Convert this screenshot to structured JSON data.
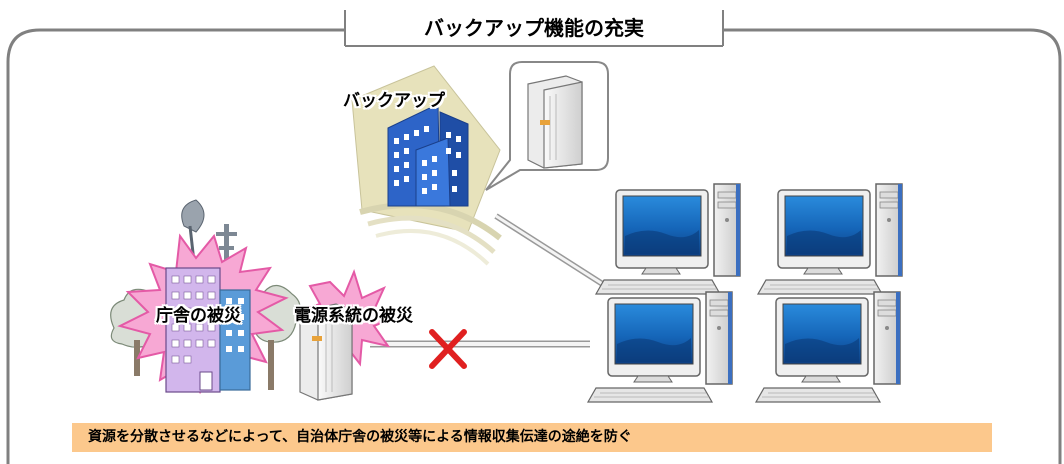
{
  "title": "バックアップ機能の充実",
  "labels": {
    "backup": "バックアップ",
    "office_damage": "庁舎の被災",
    "power_damage": "電源系統の被災"
  },
  "banner": {
    "text": "資源を分散させるなどによって、自治体庁舎の被災等による情報収集伝達の途絶を防ぐ"
  },
  "colors": {
    "frame": "#808080",
    "banner": "#fcc88c",
    "damage_burst": "#f7a8d4",
    "building_blue": "#2d64c8",
    "cross": "#e02020",
    "monitor_screen": "#1c7bd0"
  },
  "icons": [
    "backup-building-icon",
    "backup-server-icon",
    "damaged-office-icon",
    "antenna-icon",
    "power-server-icon",
    "disconnect-cross-icon",
    "pc-icon"
  ]
}
